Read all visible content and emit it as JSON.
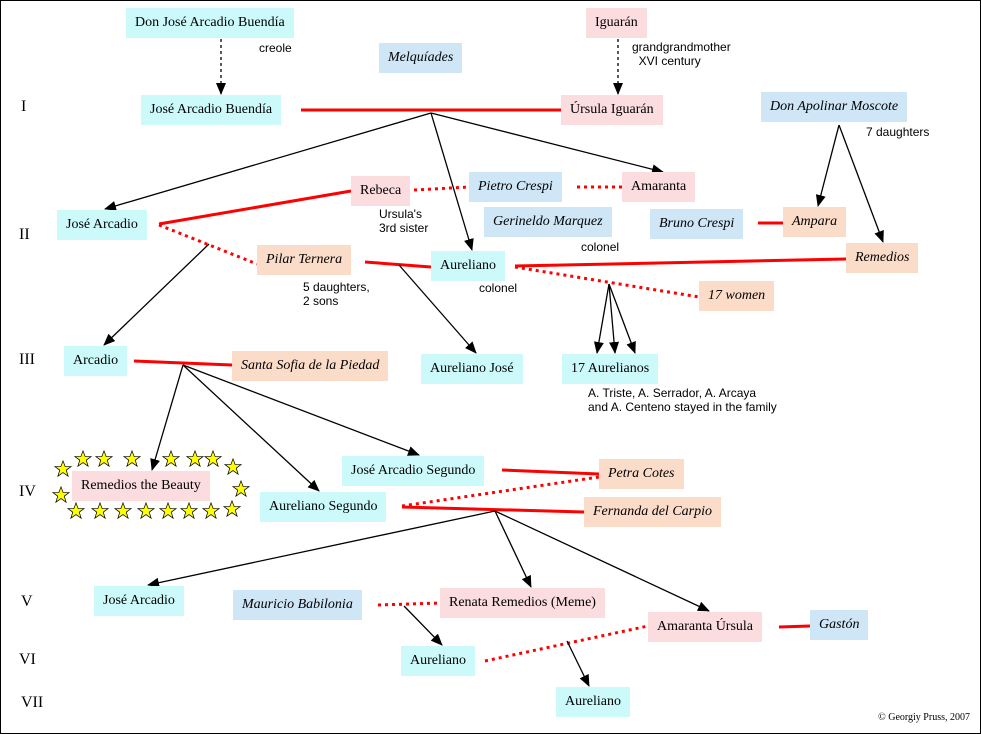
{
  "generations": [
    "I",
    "II",
    "III",
    "IV",
    "V",
    "VI",
    "VII"
  ],
  "people": {
    "don_jose_arcadio": "Don José Arcadio Buendía",
    "iguaran": "Iguarán",
    "melquiades": "Melquíades",
    "jose_arcadio_buendia": "José Arcadio Buendía",
    "ursula": "Úrsula Iguarán",
    "don_apolinar": "Don Apolinar Moscote",
    "rebeca": "Rebeca",
    "pietro_crespi": "Pietro Crespi",
    "amaranta": "Amaranta",
    "jose_arcadio_2": "José Arcadio",
    "gerineldo": "Gerineldo Marquez",
    "bruno_crespi": "Bruno Crespi",
    "ampara": "Ampara",
    "pilar": "Pilar Ternera",
    "aureliano_2": "Aureliano",
    "remedios": "Remedios",
    "women17": "17 women",
    "arcadio": "Arcadio",
    "santa_sofia": "Santa Sofia de la Piedad",
    "aureliano_jose": "Aureliano José",
    "aurelianos17": "17 Aurelianos",
    "jose_arcadio_segundo": "José Arcadio Segundo",
    "petra": "Petra Cotes",
    "remedios_beauty": "Remedios the Beauty",
    "aureliano_segundo": "Aureliano Segundo",
    "fernanda": "Fernanda del Carpio",
    "jose_arcadio_5": "José Arcadio",
    "mauricio": "Mauricio Babilonia",
    "meme": "Renata Remedios (Meme)",
    "amaranta_ursula": "Amaranta Úrsula",
    "gaston": "Gastón",
    "aureliano_6": "Aureliano",
    "aureliano_7": "Aureliano"
  },
  "notes": {
    "creole": "creole",
    "grandgrandmother": "grandgrandmother\n  XVI century",
    "seven_daughters": "7 daughters",
    "ursulas_sister": "Ursula's\n3rd sister",
    "colonel_gerineldo": "colonel",
    "colonel_aureliano": "colonel",
    "pilar_children": "5 daughters,\n2 sons",
    "aurelianos_note": "A. Triste, A. Serrador, A. Arcaya\nand A. Centeno stayed in the family"
  },
  "copyright": "© Georgiy Pruss, 2007",
  "colors": {
    "marriage_line": "#ff0000",
    "descent_arrow": "#000000",
    "family_male": "#ccfafb",
    "family_female": "#fbdcdf",
    "outsider_male": "#cfe6f6",
    "outsider_female": "#fbdcc9",
    "star_fill": "#ffff00"
  }
}
